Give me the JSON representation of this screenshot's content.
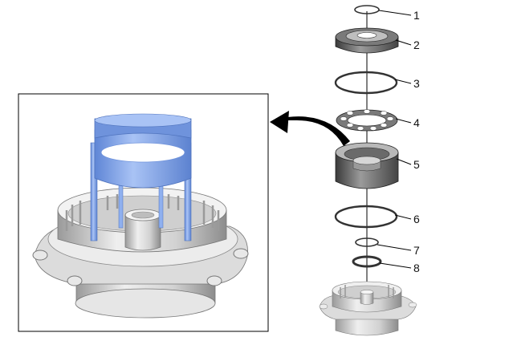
{
  "diagram": {
    "callouts": [
      {
        "id": "1",
        "label": "1"
      },
      {
        "id": "2",
        "label": "2"
      },
      {
        "id": "3",
        "label": "3"
      },
      {
        "id": "4",
        "label": "4"
      },
      {
        "id": "5",
        "label": "5"
      },
      {
        "id": "6",
        "label": "6"
      },
      {
        "id": "7",
        "label": "7"
      },
      {
        "id": "8",
        "label": "8"
      }
    ],
    "colors": {
      "tool_blue": "#7fa3ea",
      "part_gray": "#d9d9d9",
      "part_dark": "#555555",
      "frame": "#000000"
    }
  }
}
